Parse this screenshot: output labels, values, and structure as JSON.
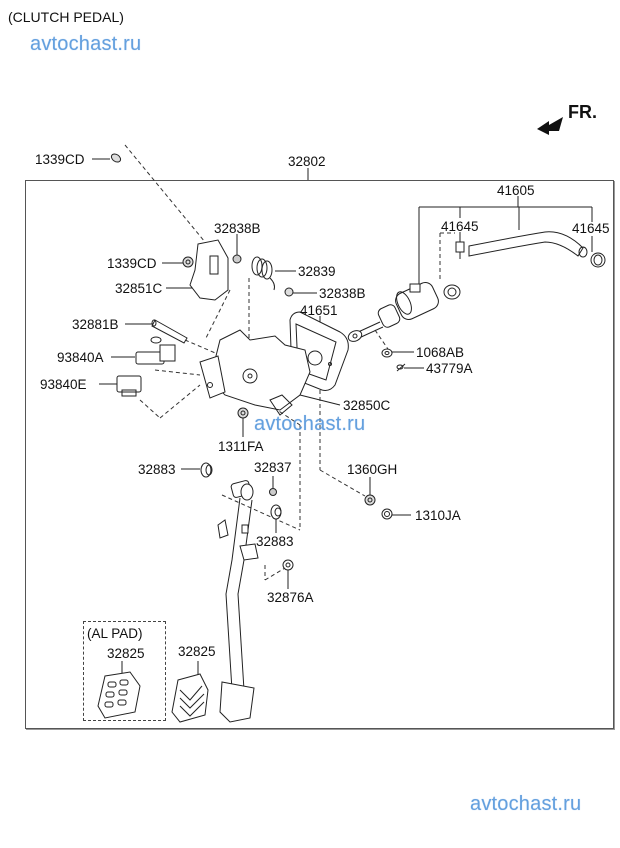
{
  "header": {
    "title": "(CLUTCH PEDAL)",
    "watermark_top": "avtochast.ru",
    "watermark_mid": "avtochast.ru",
    "watermark_bottom": "avtochast.ru",
    "direction_label": "FR.",
    "watermark_color": "#4a90d9"
  },
  "diagram": {
    "assembly_label": "32802",
    "group_label_al_pad": "(AL PAD)",
    "parts": [
      {
        "id": "p-1339cd-top",
        "code": "1339CD"
      },
      {
        "id": "p-32802",
        "code": "32802"
      },
      {
        "id": "p-41605",
        "code": "41605"
      },
      {
        "id": "p-41645-left",
        "code": "41645"
      },
      {
        "id": "p-41645-right",
        "code": "41645"
      },
      {
        "id": "p-32838b-top",
        "code": "32838B"
      },
      {
        "id": "p-1339cd",
        "code": "1339CD"
      },
      {
        "id": "p-32839",
        "code": "32839"
      },
      {
        "id": "p-32851c",
        "code": "32851C"
      },
      {
        "id": "p-32838b",
        "code": "32838B"
      },
      {
        "id": "p-41651",
        "code": "41651"
      },
      {
        "id": "p-32881b",
        "code": "32881B"
      },
      {
        "id": "p-1068ab",
        "code": "1068AB"
      },
      {
        "id": "p-93840a",
        "code": "93840A"
      },
      {
        "id": "p-43779a",
        "code": "43779A"
      },
      {
        "id": "p-93840e",
        "code": "93840E"
      },
      {
        "id": "p-32850c",
        "code": "32850C"
      },
      {
        "id": "p-1311fa",
        "code": "1311FA"
      },
      {
        "id": "p-1360gh",
        "code": "1360GH"
      },
      {
        "id": "p-32883-left",
        "code": "32883"
      },
      {
        "id": "p-32837",
        "code": "32837"
      },
      {
        "id": "p-1310ja",
        "code": "1310JA"
      },
      {
        "id": "p-32883",
        "code": "32883"
      },
      {
        "id": "p-32876a",
        "code": "32876A"
      },
      {
        "id": "p-32825-al",
        "code": "32825"
      },
      {
        "id": "p-32825",
        "code": "32825"
      }
    ]
  }
}
